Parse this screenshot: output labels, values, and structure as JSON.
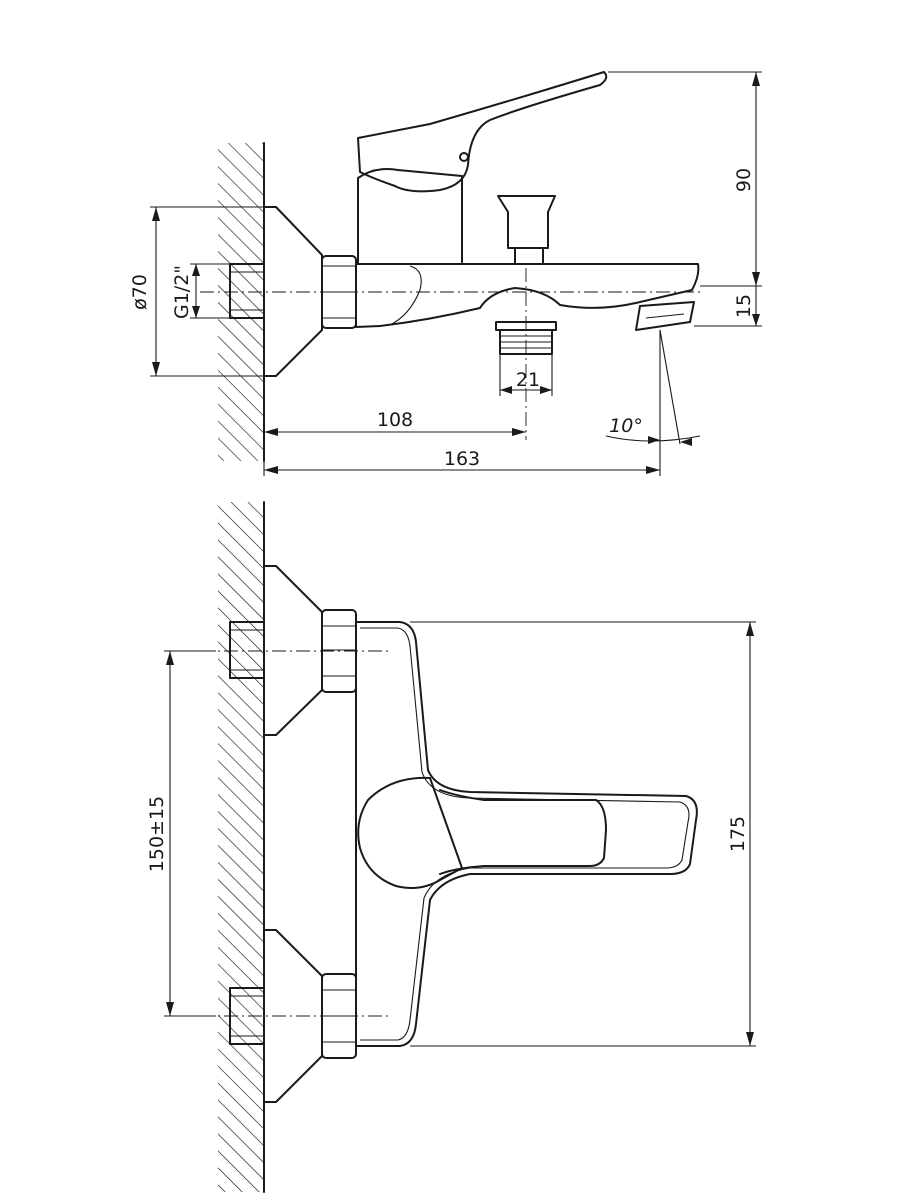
{
  "side_view": {
    "dim_diameter": "ø70",
    "dim_thread": "G1/2\"",
    "dim_height_lever": "90",
    "dim_height_spout": "15",
    "dim_outlet": "21",
    "dim_depth_outlet": "108",
    "dim_depth_total": "163",
    "dim_angle": "10°"
  },
  "front_view": {
    "dim_centers": "150±15",
    "dim_height": "175"
  }
}
